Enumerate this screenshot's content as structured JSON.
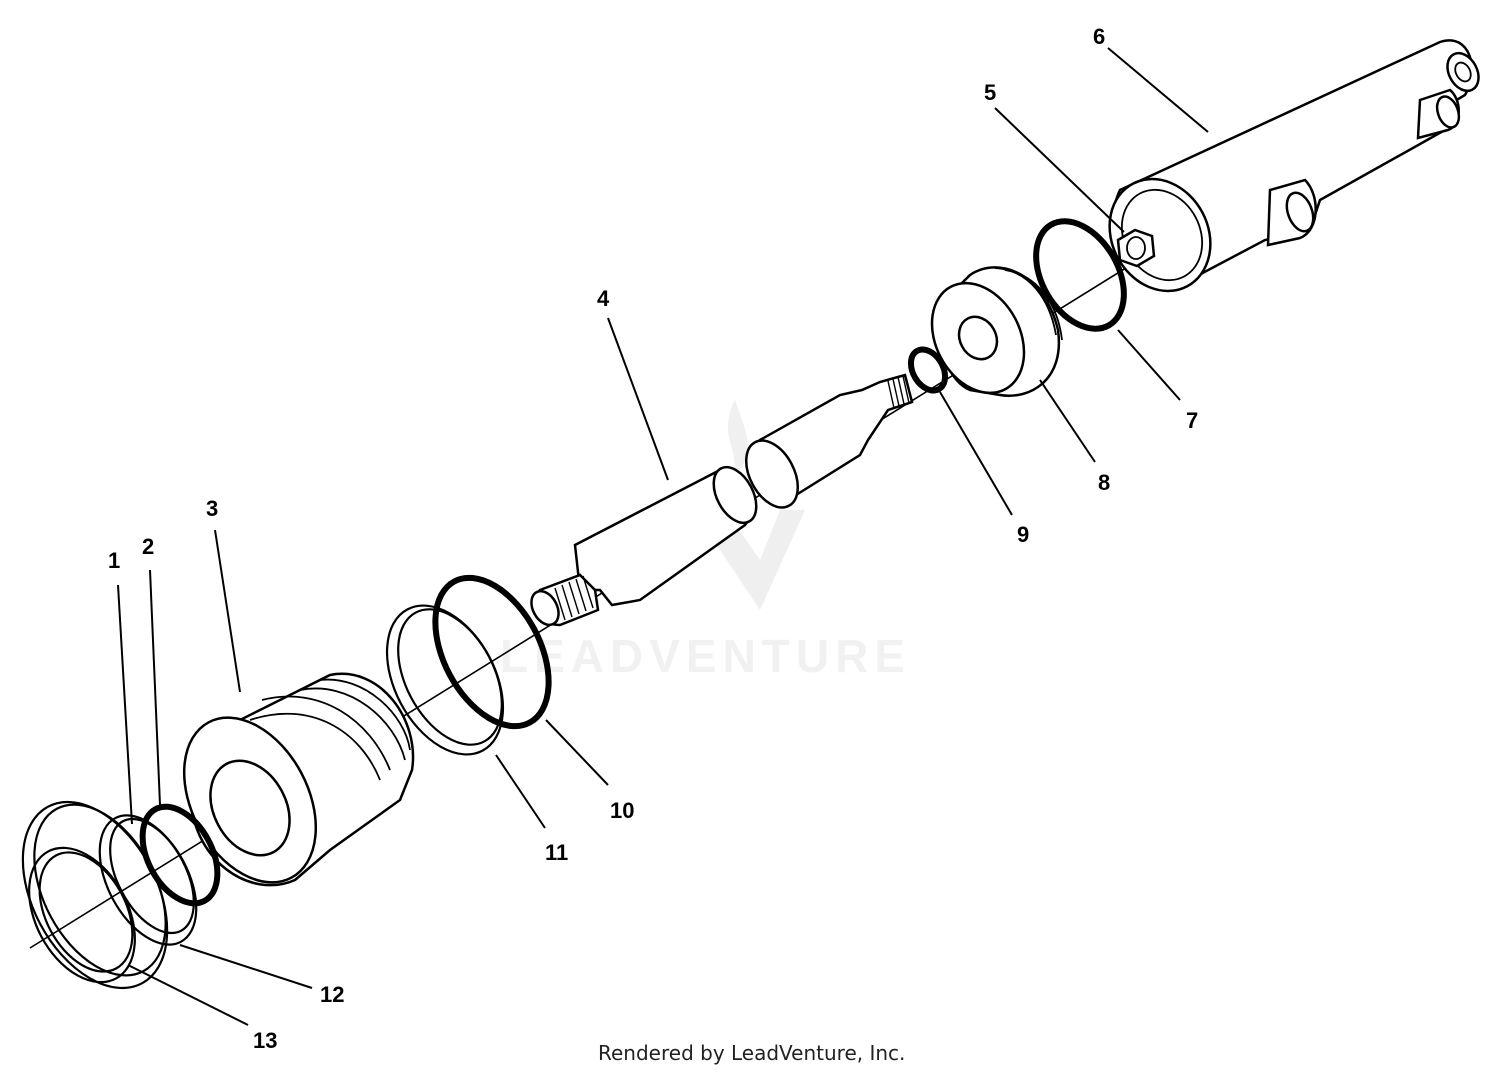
{
  "watermark": {
    "text": "LEADVENTURE"
  },
  "footer": {
    "text": "Rendered by LeadVenture, Inc."
  },
  "callouts": [
    {
      "id": "1",
      "label": "1"
    },
    {
      "id": "2",
      "label": "2"
    },
    {
      "id": "3",
      "label": "3"
    },
    {
      "id": "4",
      "label": "4"
    },
    {
      "id": "5",
      "label": "5"
    },
    {
      "id": "6",
      "label": "6"
    },
    {
      "id": "7",
      "label": "7"
    },
    {
      "id": "8",
      "label": "8"
    },
    {
      "id": "9",
      "label": "9"
    },
    {
      "id": "10",
      "label": "10"
    },
    {
      "id": "11",
      "label": "11"
    },
    {
      "id": "12",
      "label": "12"
    },
    {
      "id": "13",
      "label": "13"
    }
  ]
}
